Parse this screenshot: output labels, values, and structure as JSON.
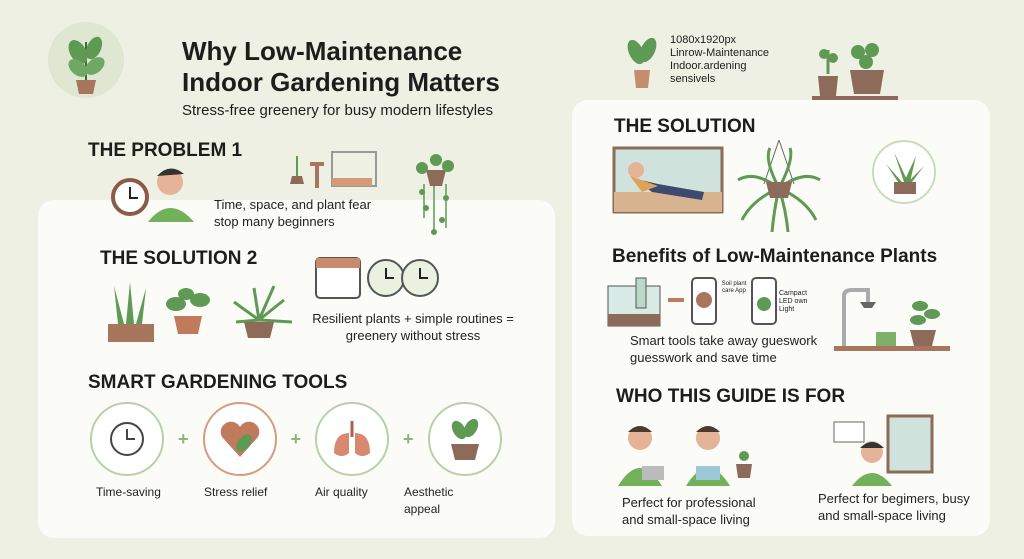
{
  "header": {
    "title_line1": "Why Low-Maintenance",
    "title_line2": "Indoor Gardening Matters",
    "subtitle": "Stress-free greenery for busy modern lifestyles"
  },
  "top_right": {
    "lines": [
      "1080x1920px",
      "Linrow-Maintenance",
      "Indoor.ardening",
      "sensivels"
    ]
  },
  "left": {
    "problem": {
      "heading": "THE PROBLEM 1",
      "text_line1": "Time, space, and plant fear",
      "text_line2": "stop many beginners"
    },
    "solution": {
      "heading": "THE SOLUTION  2",
      "text_line1": "Resilient plants + simple routines =",
      "text_line2": "greenery without stress"
    },
    "tools": {
      "heading": "SMART GARDENING TOOLS",
      "items": [
        {
          "label": "Time-saving",
          "icon": "clock-icon"
        },
        {
          "label": "Stress relief",
          "icon": "heart-leaf-icon"
        },
        {
          "label": "Air quality",
          "icon": "lungs-icon"
        },
        {
          "label": "Aesthetic appeal",
          "icon": "potted-plant-icon"
        }
      ],
      "plus": "+"
    }
  },
  "right": {
    "solution_heading": "THE SOLUTION",
    "benefits": {
      "heading": "Benefits of Low-Maintenance Plants",
      "app_label1": "Soil plant care App",
      "app_label2": "Campact LED own Light",
      "text_line1": "Smart tools take away gueswork",
      "text_line2": "guesswork and save time"
    },
    "who": {
      "heading": "WHO THIS GUIDE IS FOR",
      "left_line1": "Perfect for professional",
      "left_line2": "and small-space living",
      "right_line1": "Perfect for begimers, busy",
      "right_line2": "and small-space living"
    }
  },
  "colors": {
    "background": "#eef0e3",
    "panel": "#fbfbf8",
    "leaf": "#5f9a55",
    "pot": "#a7765c"
  }
}
